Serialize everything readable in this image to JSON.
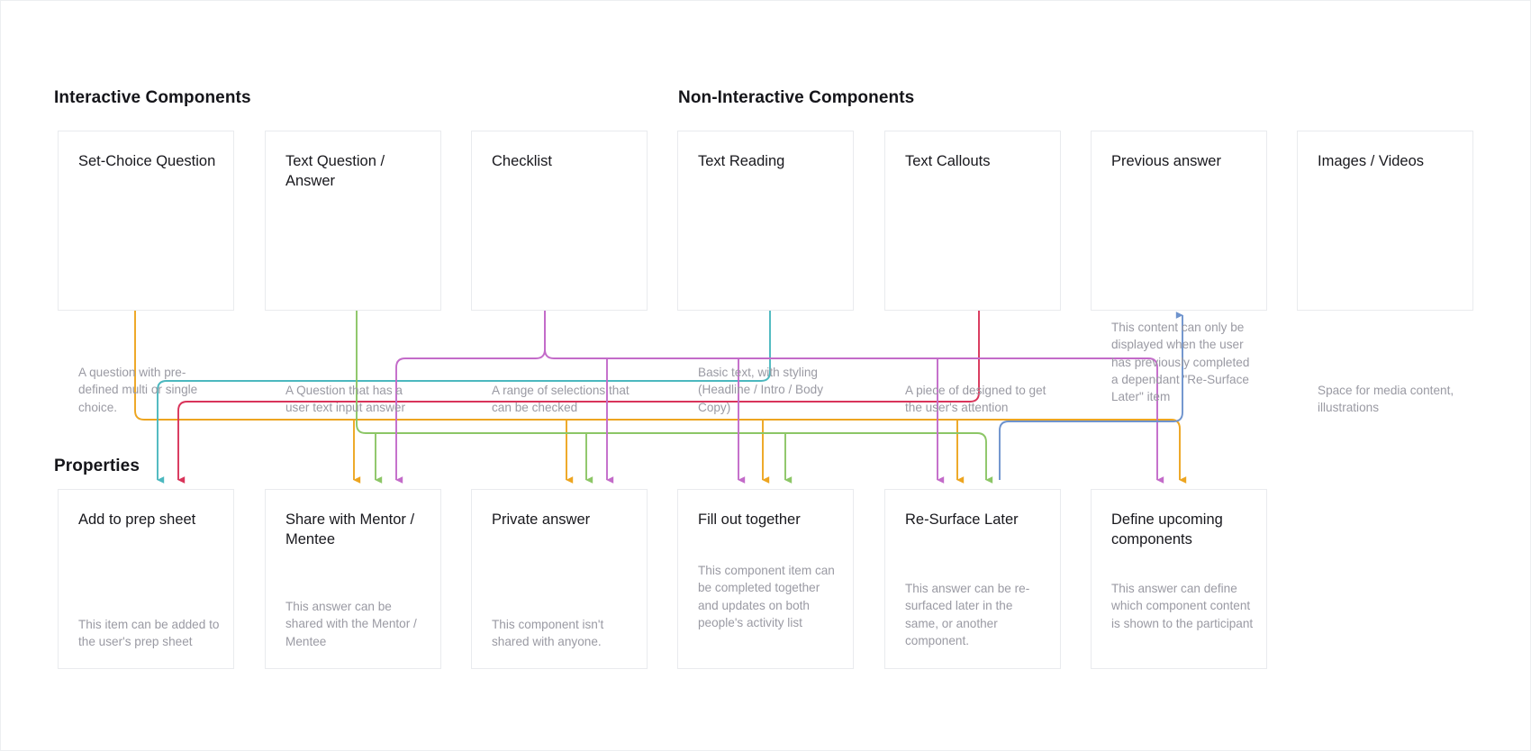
{
  "headings": {
    "interactive": "Interactive Components",
    "non_interactive": "Non-Interactive Components",
    "properties": "Properties"
  },
  "colors": {
    "orange": "#eda520",
    "teal": "#4cb8bf",
    "crimson": "#d9345a",
    "green": "#8cc666",
    "magenta": "#c36bc9",
    "blue": "#6e93cd",
    "card_border": "#e9ebee",
    "title_text": "#18181d",
    "desc_text": "#9a9aa3",
    "heading_text": "#15151a"
  },
  "components": [
    {
      "id": "set-choice-question",
      "title": "Set-Choice Question",
      "desc": "A question with pre-defined multi or single choice.",
      "group": "interactive"
    },
    {
      "id": "text-question-answer",
      "title": "Text Question / Answer",
      "desc": "A Question that has a user text input answer",
      "group": "interactive"
    },
    {
      "id": "checklist",
      "title": "Checklist",
      "desc": "A range of selections that can be checked",
      "group": "interactive"
    },
    {
      "id": "text-reading",
      "title": "Text Reading",
      "desc": "Basic text, with styling (Headline / Intro / Body Copy)",
      "group": "non-interactive"
    },
    {
      "id": "text-callouts",
      "title": "Text Callouts",
      "desc": "A piece of designed to get the user's attention",
      "group": "non-interactive"
    },
    {
      "id": "previous-answer",
      "title": "Previous answer",
      "desc": "This content can only be displayed when the user has previously completed a dependant \"Re-Surface Later\" item",
      "group": "non-interactive"
    },
    {
      "id": "images-videos",
      "title": "Images / Videos",
      "desc": "Space for media content, illustrations",
      "group": "non-interactive"
    }
  ],
  "properties": [
    {
      "id": "add-to-prep-sheet",
      "title": "Add to prep sheet",
      "desc": "This item can be added to the user's prep sheet"
    },
    {
      "id": "share-with-mentor-mentee",
      "title": "Share with Mentor / Mentee",
      "desc": "This answer can be shared with the Mentor / Mentee"
    },
    {
      "id": "private-answer",
      "title": "Private answer",
      "desc": "This component isn't shared with anyone."
    },
    {
      "id": "fill-out-together",
      "title": "Fill out together",
      "desc": "This component item can be completed together and updates on both people's activity list"
    },
    {
      "id": "re-surface-later",
      "title": "Re-Surface Later",
      "desc": "This answer can be re-surfaced later in the same, or another component."
    },
    {
      "id": "define-upcoming-components",
      "title": "Define upcoming components",
      "desc": "This answer can define which component content is shown to the participant"
    }
  ]
}
